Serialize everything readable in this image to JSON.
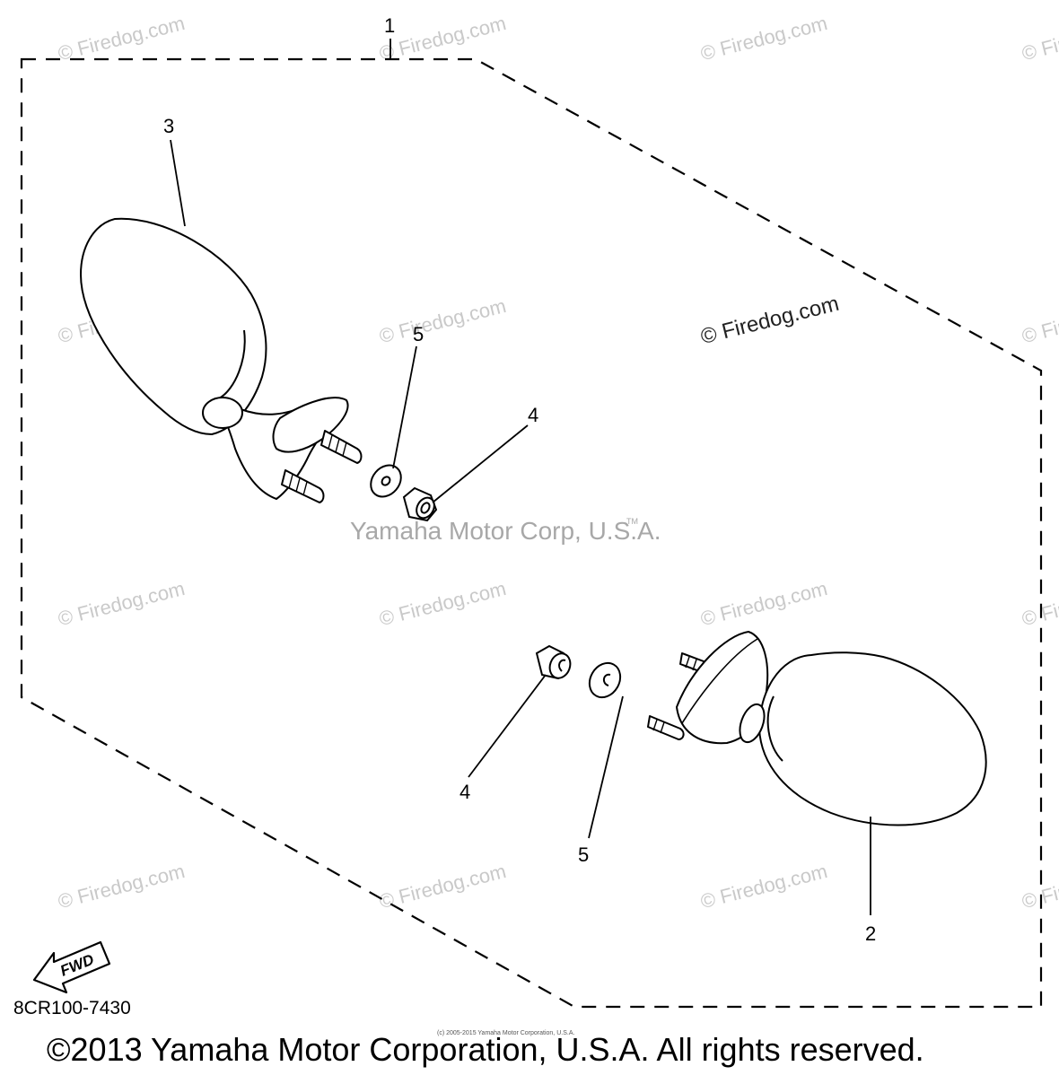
{
  "watermark": {
    "text": "© Firedog.com",
    "repeat_text": "© Firedog.com",
    "prominent_text": "© Firedog.com"
  },
  "center_mark": {
    "text": "Yamaha Motor Corp, U.S.A.",
    "tm": "TM"
  },
  "callouts": [
    "1",
    "3",
    "5",
    "4",
    "4",
    "5",
    "2"
  ],
  "fwd_label": "FWD",
  "part_code": "8CR100-7430",
  "fine_print": "(c) 2005-2015 Yamaha Motor Corporation, U.S.A.",
  "copyright": "©2013 Yamaha Motor Corporation, U.S.A. All rights reserved."
}
